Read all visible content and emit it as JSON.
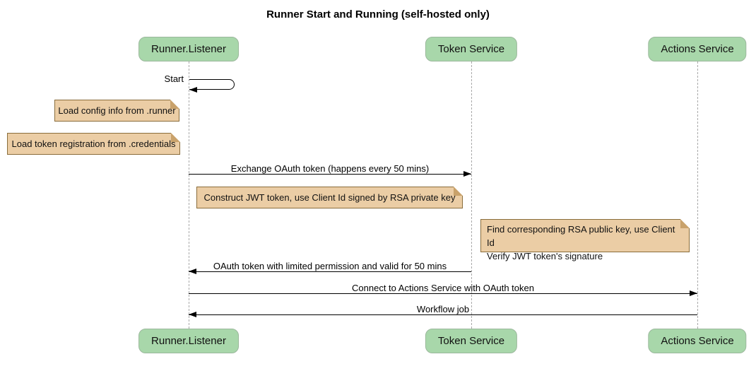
{
  "title": "Runner Start and Running (self-hosted only)",
  "participants": [
    {
      "name": "Runner.Listener"
    },
    {
      "name": "Token Service"
    },
    {
      "name": "Actions Service"
    }
  ],
  "self_message": {
    "label": "Start",
    "on": "Runner.Listener"
  },
  "notes": [
    {
      "text": "Load config info from .runner",
      "position": "left of Runner.Listener"
    },
    {
      "text": "Load token registration from .credentials",
      "position": "left of Runner.Listener"
    },
    {
      "text": "Construct JWT token, use Client Id signed by RSA private key",
      "position": "between Runner.Listener and Token Service"
    },
    {
      "line1": "Find corresponding RSA public key, use Client Id",
      "line2": "Verify JWT token's signature",
      "position": "left of Actions Service"
    }
  ],
  "messages": [
    {
      "label": "Exchange OAuth token (happens every 50 mins)",
      "from": "Runner.Listener",
      "to": "Token Service"
    },
    {
      "label": "OAuth token with limited permission and valid for 50 mins",
      "from": "Token Service",
      "to": "Runner.Listener"
    },
    {
      "label": "Connect to Actions Service with OAuth token",
      "from": "Runner.Listener",
      "to": "Actions Service"
    },
    {
      "label": "Workflow job",
      "from": "Actions Service",
      "to": "Runner.Listener"
    }
  ],
  "colors": {
    "actor_fill": "#a8d7aa",
    "actor_border": "#9bb89c",
    "note_fill": "#ebcda5",
    "note_border": "#8a6d3b",
    "lifeline": "#a9a9a9",
    "arrow": "#000000",
    "background": "#ffffff"
  }
}
